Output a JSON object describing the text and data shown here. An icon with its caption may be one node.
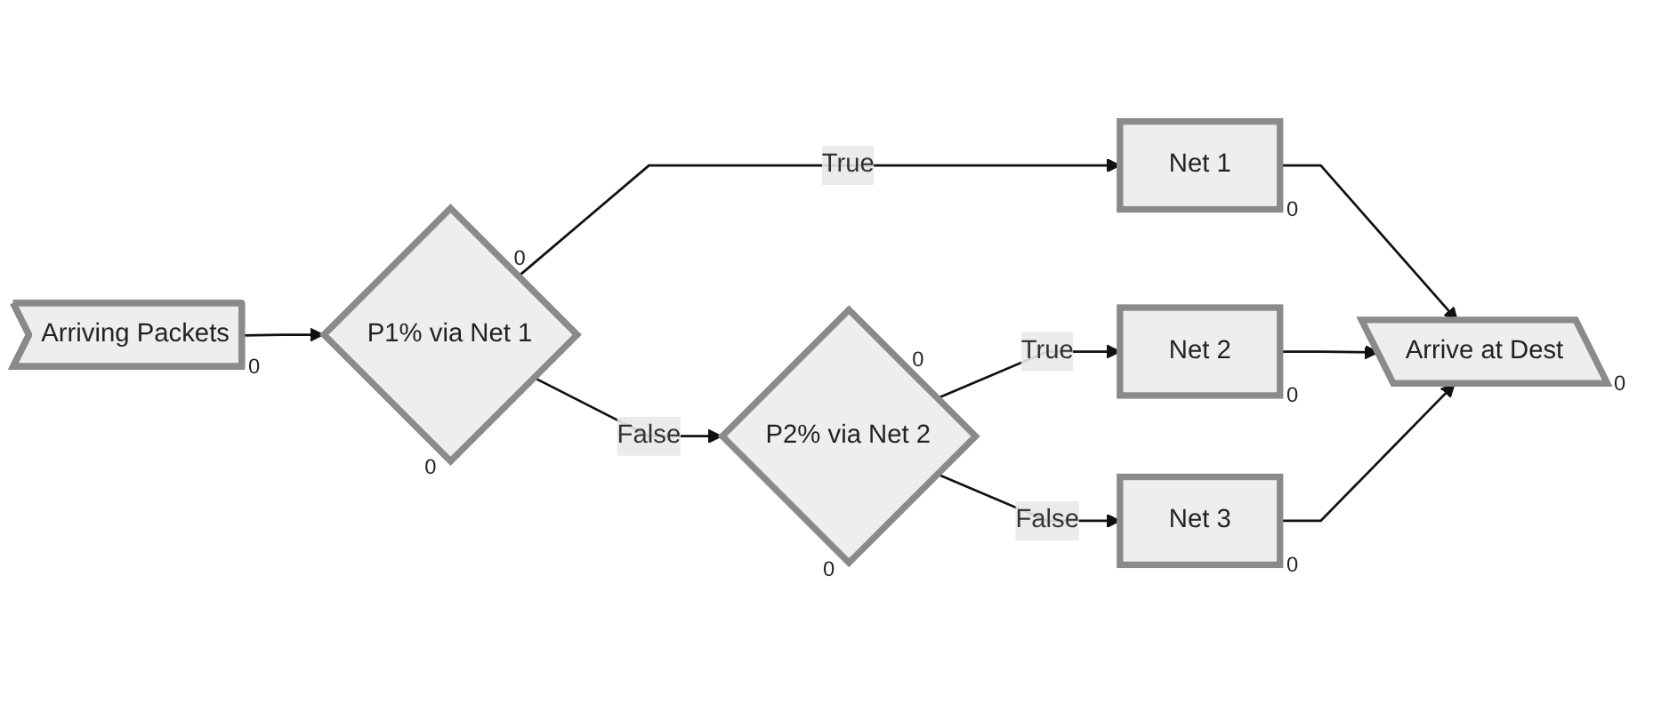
{
  "diagram": {
    "nodes": [
      {
        "text": [
          "Arriving Packets"
        ],
        "beside": [
          "0"
        ]
      },
      {
        "text": [
          "P1% via Net 1"
        ],
        "beside": [
          "0",
          "0"
        ]
      },
      {
        "text": [
          "Net 1"
        ],
        "beside": [
          "0"
        ]
      },
      {
        "text": [
          "P2% via Net 2"
        ],
        "beside": [
          "0",
          "0"
        ]
      },
      {
        "text": [
          "Net 2"
        ],
        "beside": [
          "0"
        ]
      },
      {
        "text": [
          "Net 3"
        ],
        "beside": [
          "0"
        ]
      },
      {
        "text": [
          "Arrive at Dest"
        ],
        "beside": [
          "0"
        ]
      }
    ],
    "edges": [
      {
        "from": 0,
        "to": 1,
        "arrow": "to"
      },
      {
        "from": 1,
        "to": 2,
        "arrow": "to",
        "label": "True"
      },
      {
        "from": 1,
        "to": 3,
        "arrow": "to",
        "label": "False"
      },
      {
        "from": 3,
        "to": 4,
        "arrow": "to",
        "label": "True"
      },
      {
        "from": 3,
        "to": 5,
        "arrow": "to",
        "label": "False"
      },
      {
        "from": 2,
        "to": 6,
        "arrow": "to"
      },
      {
        "from": 4,
        "to": 6,
        "arrow": "to"
      },
      {
        "from": 5,
        "to": 6,
        "arrow": "to"
      }
    ]
  }
}
